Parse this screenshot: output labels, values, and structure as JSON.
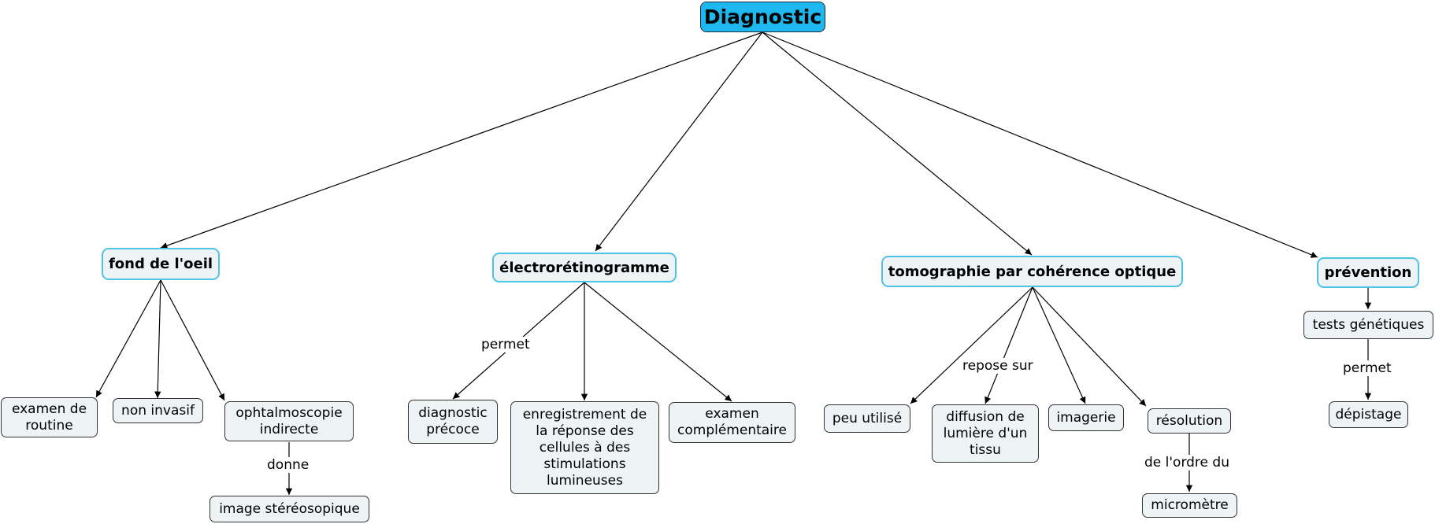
{
  "root": {
    "label": "Diagnostic"
  },
  "categories": {
    "fond": "fond de l'oeil",
    "erg": "électrorétinogramme",
    "oct": "tomographie par cohérence optique",
    "prev": "prévention"
  },
  "fond_children": {
    "routine": "examen de routine",
    "noninvasif": "non invasif",
    "ophta": "ophtalmoscopie indirecte",
    "stereo": "image stéréosopique"
  },
  "erg_children": {
    "precoce": "diagnostic précoce",
    "enregistrement": "enregistrement de la réponse des cellules à des stimulations lumineuses",
    "complementaire": "examen complémentaire"
  },
  "oct_children": {
    "peu": "peu utilisé",
    "diffusion": "diffusion de lumière d'un tissu",
    "imagerie": "imagerie",
    "resolution": "résolution",
    "micrometre": "micromètre"
  },
  "prev_children": {
    "tests": "tests génétiques",
    "depistage": "dépistage"
  },
  "link_labels": {
    "donne": "donne",
    "permet_erg": "permet",
    "repose": "repose sur",
    "ordre": "de l'ordre du",
    "permet_prev": "permet"
  }
}
